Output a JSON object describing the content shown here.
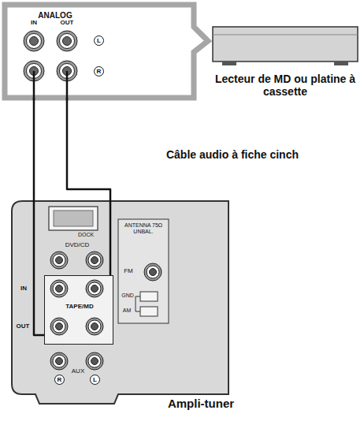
{
  "diagram": {
    "nodes": [
      {
        "text": [
          "ANALOG"
        ]
      },
      {
        "text": [
          "TAPE/MD"
        ]
      }
    ],
    "edges": [
      {
        "from": 0,
        "to": 1,
        "arrow": "none"
      },
      {
        "from": 0,
        "to": 1,
        "arrow": "none"
      }
    ],
    "labels": [
      "IN",
      "OUT",
      "L",
      "R",
      "Lecteur de MD ou platine à cassette",
      "Câble audio à fiche cinch",
      "DOCK",
      "DVD/CD",
      "ANTENNA 75Ω UNBAL.",
      "FM",
      "GND",
      "AM",
      "IN",
      "OUT",
      "AUX",
      "R",
      "L",
      "Ampli-tuner"
    ]
  }
}
